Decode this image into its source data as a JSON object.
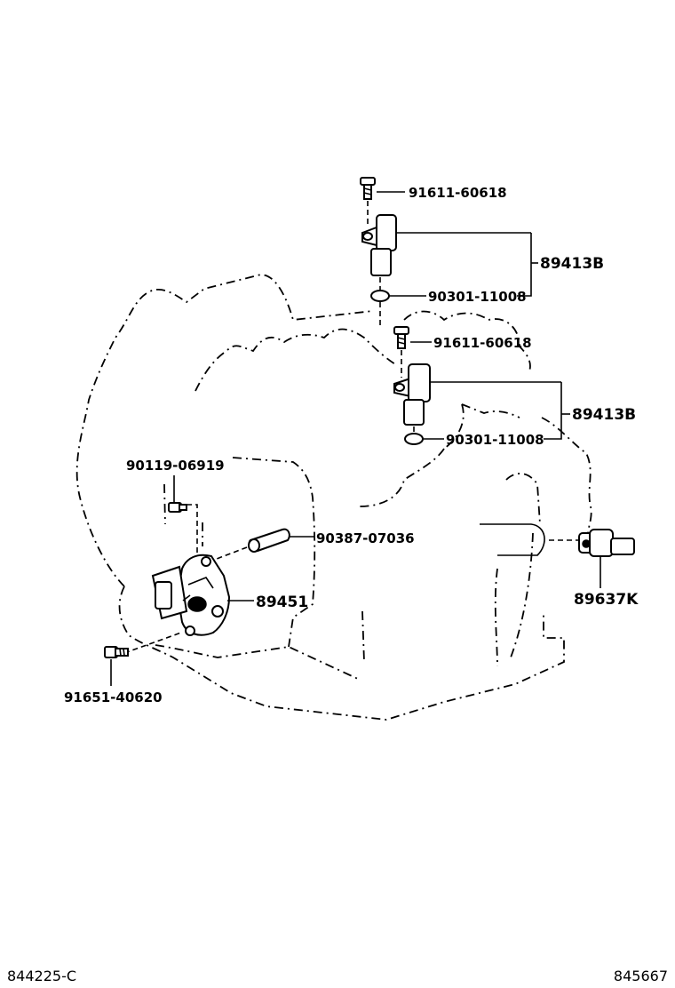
{
  "labels": {
    "bolt_top": "91611-60618",
    "sensor_top": "89413B",
    "gasket_top": "90301-11008",
    "bolt_mid": "91611-60618",
    "sensor_mid": "89413B",
    "gasket_mid": "90301-11008",
    "bolt_switch": "90119-06919",
    "pin": "90387-07036",
    "switch": "89451",
    "bolt_bottom": "91651-40620",
    "speed_sensor": "89637K"
  },
  "footer": {
    "left_code": "844225-C",
    "right_code": "845667"
  }
}
